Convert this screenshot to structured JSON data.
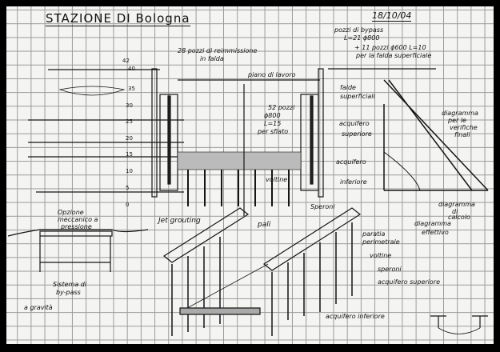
{
  "title": "STAZIONE DI Bologna",
  "date": "18/10/04",
  "labels": {
    "reinjection_wells": "28 pozzi di reimmissione",
    "reinjection_wells_2": "in falda",
    "bypass_wells": "pozzi di bypass",
    "bypass_wells_2": "L=21 ϕ800",
    "extra_wells": "+ 11 pozzi ϕ600 L=10",
    "extra_wells_2": "per la falda superficiale",
    "work_plane": "piano di lavoro",
    "vent_wells": "52 pozzi",
    "vent_wells_2": "ϕ800",
    "vent_wells_3": "L=15",
    "vent_wells_4": "per sfiato",
    "surface_aquifer": "falde",
    "surface_aquifer_2": "superficiali",
    "upper_aquifer": "acquifero",
    "upper_aquifer_2": "superiore",
    "lower_aquifer": "acquifero",
    "lower_aquifer_2": "inferiore",
    "diagram_final": "diagramma",
    "diagram_final_2": "per le",
    "diagram_final_3": "verifiche",
    "diagram_final_4": "finali",
    "voltine": "voltine",
    "speroni": "Speroni",
    "diagram_calc": "diagramma",
    "diagram_calc_2": "di",
    "diagram_calc_3": "calcolo",
    "diagram_eff": "diagramma",
    "diagram_eff_2": "effettivo",
    "jet_grouting": "Jet grouting",
    "pali": "pali",
    "paratia": "paratia",
    "paratia_2": "perimetrale",
    "voltine_2": "voltine",
    "speroni_2": "speroni",
    "upper_aquifer_persp": "acquifero superiore",
    "lower_aquifer_persp": "acquifero inferiore",
    "option_mech": "Opzione",
    "option_mech_2": "meccanico a",
    "option_mech_3": "pressione",
    "bypass_system": "Sistema di",
    "bypass_system_2": "by-pass",
    "gravity": "a gravità"
  },
  "scale": [
    "42",
    "40",
    "35",
    "30",
    "25",
    "20",
    "15",
    "10",
    "5",
    "0"
  ]
}
